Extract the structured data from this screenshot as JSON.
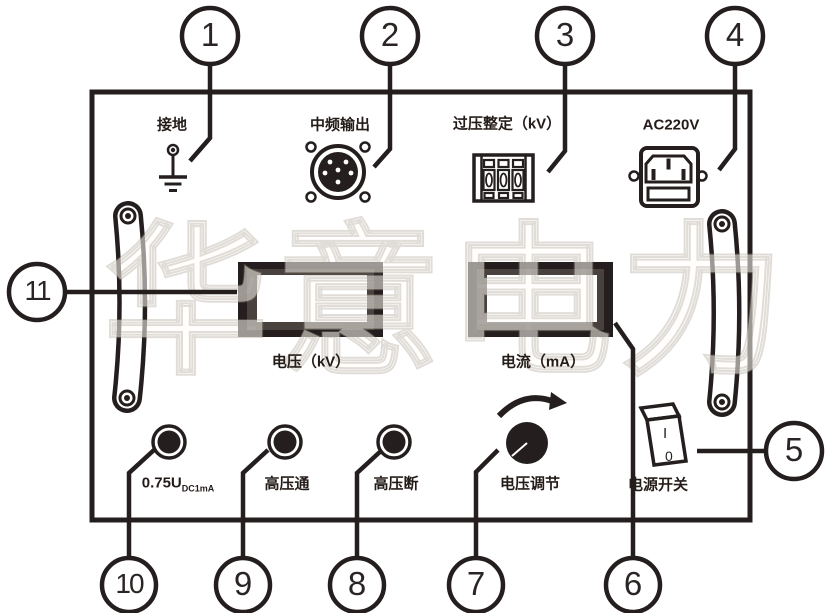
{
  "watermark": "华意电力",
  "panel": {
    "connectors": {
      "ground_label": "接地",
      "mf_output_label": "中频输出",
      "overvoltage_label": "过压整定（kV）",
      "ac_label": "AC220V"
    },
    "displays": {
      "voltage_label": "电压（kV）",
      "current_label": "电流（mA）"
    },
    "controls": {
      "u075_label": "0.75U",
      "u075_sub": "DC1mA",
      "hv_on_label": "高压通",
      "hv_off_label": "高压断",
      "voltage_adjust_label": "电压调节",
      "power_switch_label": "电源开关",
      "switch_on_mark": "I",
      "switch_off_mark": "0"
    }
  },
  "callouts": [
    {
      "number": "1"
    },
    {
      "number": "2"
    },
    {
      "number": "3"
    },
    {
      "number": "4"
    },
    {
      "number": "5"
    },
    {
      "number": "6"
    },
    {
      "number": "7"
    },
    {
      "number": "8"
    },
    {
      "number": "9"
    },
    {
      "number": "10"
    },
    {
      "number": "11"
    }
  ]
}
